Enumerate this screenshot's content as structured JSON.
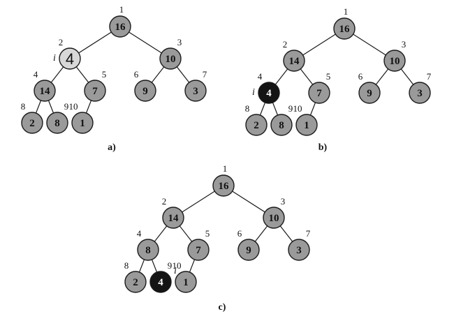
{
  "colors": {
    "node_fill": "#9a9a9a",
    "highlight_light": "#d8d8d8",
    "highlight_dark": "#141414",
    "edge": "#1a1a1a"
  },
  "pointer_label": "i",
  "panels": [
    {
      "caption": "a)",
      "values": [
        16,
        4,
        10,
        14,
        7,
        9,
        3,
        2,
        8,
        1
      ],
      "pointer_index": 2,
      "pointer_style": "light"
    },
    {
      "caption": "b)",
      "values": [
        16,
        14,
        10,
        4,
        7,
        9,
        3,
        2,
        8,
        1
      ],
      "pointer_index": 4,
      "pointer_style": "dark"
    },
    {
      "caption": "c)",
      "values": [
        16,
        14,
        10,
        8,
        7,
        9,
        3,
        2,
        4,
        1
      ],
      "pointer_index": 9,
      "pointer_style": "dark"
    }
  ]
}
